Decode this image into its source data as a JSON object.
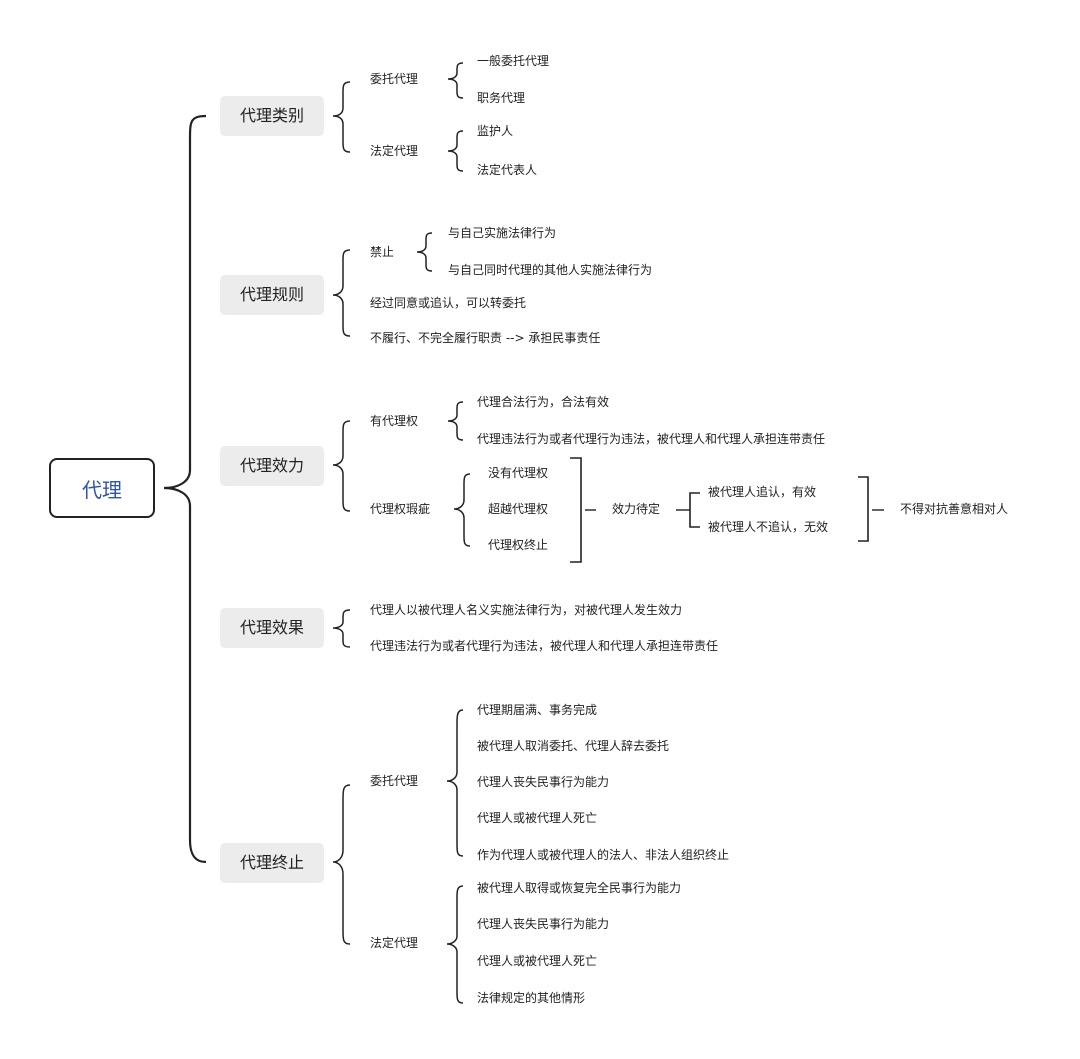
{
  "root": "代理",
  "categories": {
    "label": "代理类别",
    "entrust": {
      "label": "委托代理",
      "items": [
        "一般委托代理",
        "职务代理"
      ]
    },
    "legal": {
      "label": "法定代理",
      "items": [
        "监护人",
        "法定代表人"
      ]
    }
  },
  "rules": {
    "label": "代理规则",
    "prohibit": {
      "label": "禁止",
      "items": [
        "与自己实施法律行为",
        "与自己同时代理的其他人实施法律行为"
      ]
    },
    "items": [
      "经过同意或追认，可以转委托",
      "不履行、不完全履行职责 --> 承担民事责任"
    ]
  },
  "effect": {
    "label": "代理效力",
    "authorized": {
      "label": "有代理权",
      "items": [
        "代理合法行为，合法有效",
        "代理违法行为或者代理行为违法，被代理人和代理人承担连带责任"
      ]
    },
    "defect": {
      "label": "代理权瑕疵",
      "items": [
        "没有代理权",
        "超越代理权",
        "代理权终止"
      ],
      "pending": "效力待定",
      "outcomes": [
        "被代理人追认，有效",
        "被代理人不追认，无效"
      ],
      "final": "不得对抗善意相对人"
    }
  },
  "result": {
    "label": "代理效果",
    "items": [
      "代理人以被代理人名义实施法律行为，对被代理人发生效力",
      "代理违法行为或者代理行为违法，被代理人和代理人承担连带责任"
    ]
  },
  "termination": {
    "label": "代理终止",
    "entrust": {
      "label": "委托代理",
      "items": [
        "代理期届满、事务完成",
        "被代理人取消委托、代理人辞去委托",
        "代理人丧失民事行为能力",
        "代理人或被代理人死亡",
        "作为代理人或被代理人的法人、非法人组织终止"
      ]
    },
    "legal": {
      "label": "法定代理",
      "items": [
        "被代理人取得或恢复完全民事行为能力",
        "代理人丧失民事行为能力",
        "代理人或被代理人死亡",
        "法律规定的其他情形"
      ]
    }
  }
}
